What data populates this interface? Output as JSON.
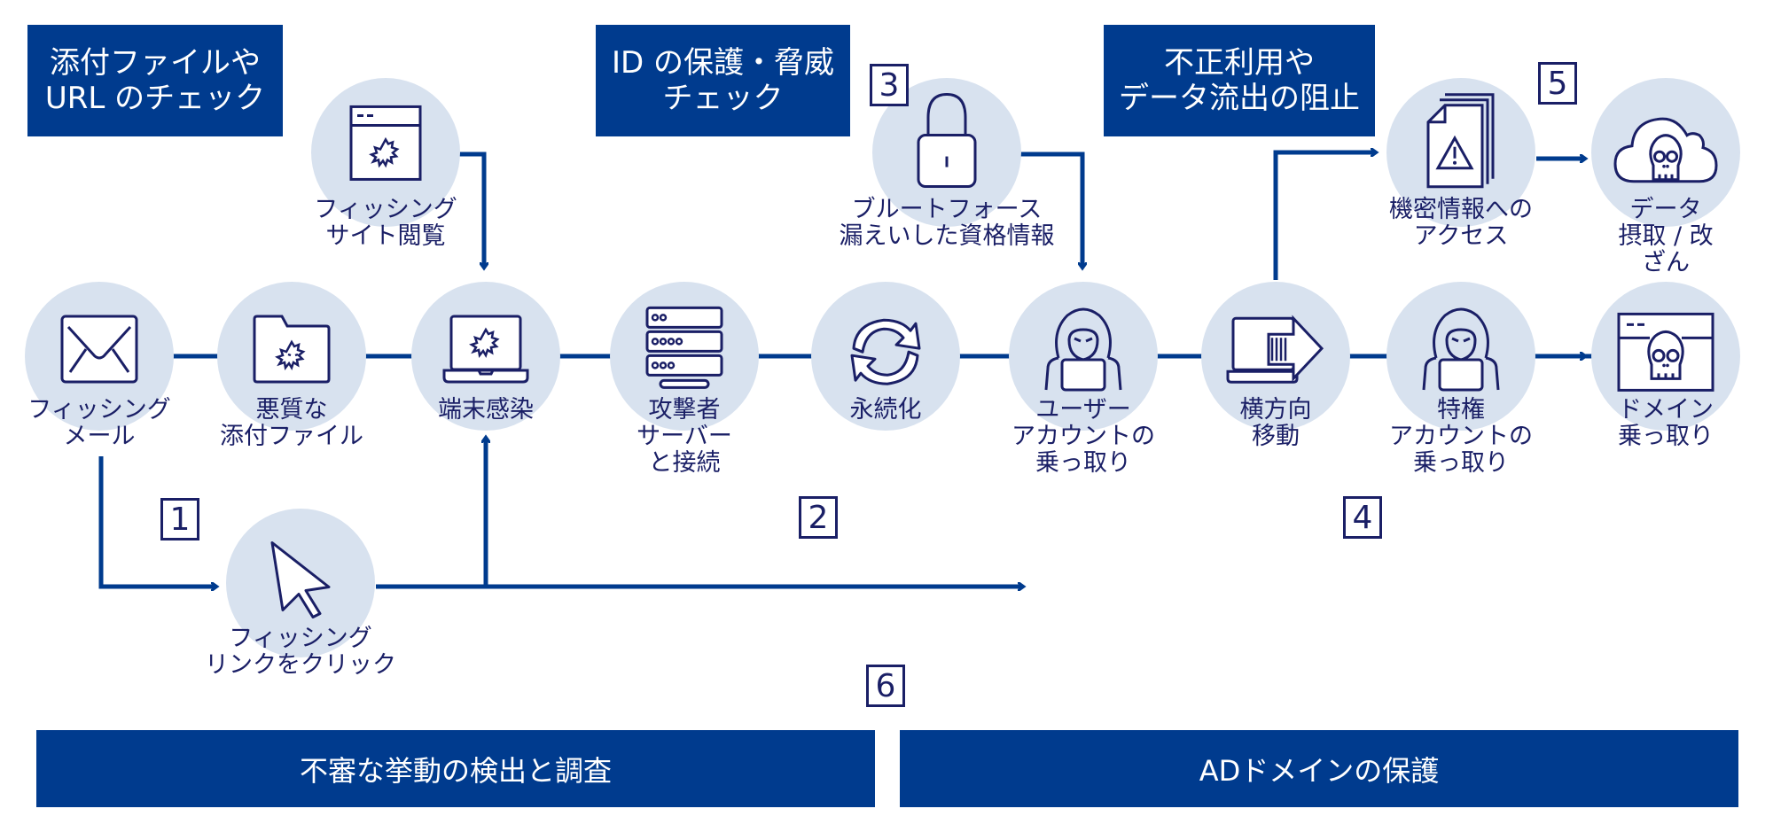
{
  "headers": [
    {
      "id": "attachment-url-check",
      "text": "添付ファイルや\nURL のチェック"
    },
    {
      "id": "id-protection",
      "text": "ID の保護・脅威\nチェック"
    },
    {
      "id": "misuse-exfil-block",
      "text": "不正利用や\nデータ流出の阻止"
    }
  ],
  "nodes": {
    "phishing_mail": {
      "label": "フィッシング\nメール",
      "icon": "envelope-icon"
    },
    "malicious_attachment": {
      "label": "悪質な\n添付ファイル",
      "icon": "malware-folder-icon"
    },
    "device_infection": {
      "label": "端末感染",
      "icon": "infected-laptop-icon"
    },
    "attacker_server": {
      "label": "攻撃者\nサーバー\nと接続",
      "icon": "server-icon"
    },
    "persistence": {
      "label": "永続化",
      "icon": "refresh-cycle-icon"
    },
    "user_account_takeover": {
      "label": "ユーザー\nアカウントの\n乗っ取り",
      "icon": "hacker-icon"
    },
    "lateral_movement": {
      "label": "横方向\n移動",
      "icon": "laptop-arrow-icon"
    },
    "privileged_account_takeover": {
      "label": "特権\nアカウントの\n乗っ取り",
      "icon": "hacker-icon"
    },
    "domain_takeover": {
      "label": "ドメイン\n乗っ取り",
      "icon": "skull-window-icon"
    },
    "phishing_site": {
      "label": "フィッシング\nサイト閲覧",
      "icon": "malware-window-icon"
    },
    "brute_force": {
      "label": "ブルートフォース\n漏えいした資格情報",
      "icon": "padlock-icon"
    },
    "confidential_access": {
      "label": "機密情報への\nアクセス",
      "icon": "warning-documents-icon"
    },
    "data_theft": {
      "label": "データ\n摂取 / 改ざん",
      "icon": "skull-cloud-icon"
    },
    "phishing_link": {
      "label": "フィッシング\nリンクをクリック",
      "icon": "cursor-icon"
    }
  },
  "step_numbers": [
    "1",
    "2",
    "3",
    "4",
    "5",
    "6"
  ],
  "bottom_bars": [
    {
      "id": "detect-investigate",
      "text": "不審な挙動の検出と調査"
    },
    {
      "id": "ad-domain-protection",
      "text": "ADドメインの保護"
    }
  ],
  "colors": {
    "brand": "#003b8e",
    "circle": "#d8e2ef",
    "icon": "#1a1f66"
  }
}
